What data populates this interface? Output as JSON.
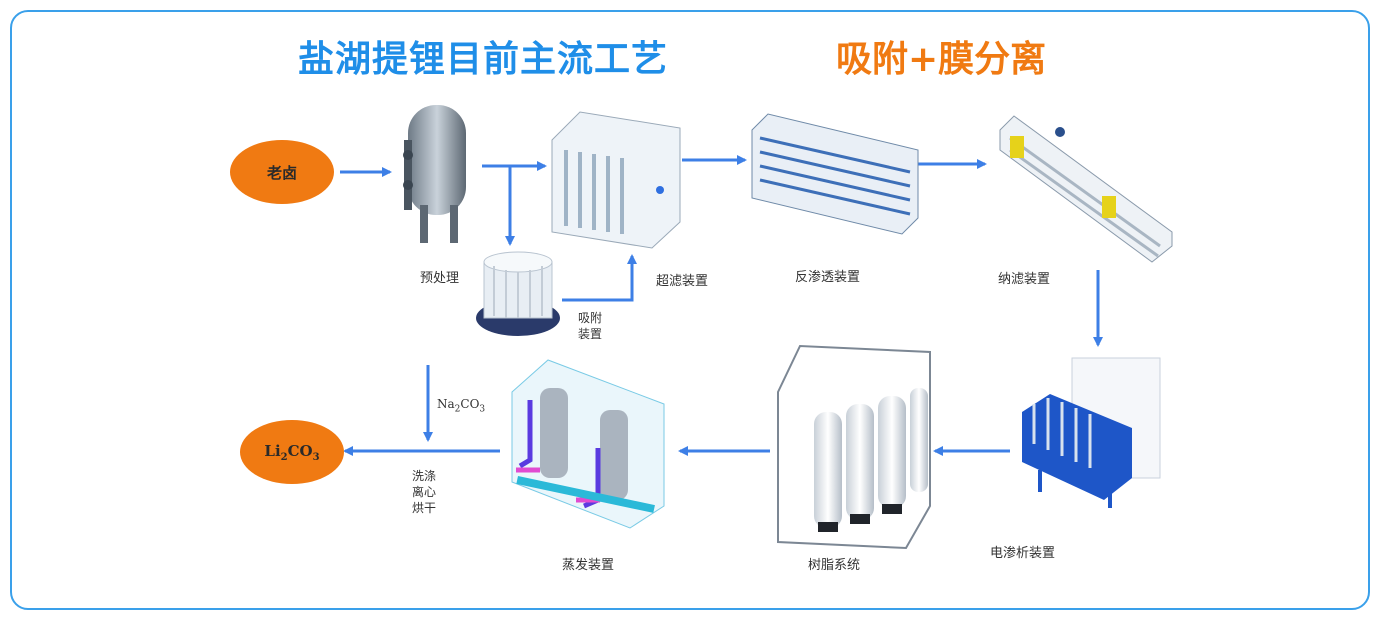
{
  "title": "盐湖提锂目前主流工艺",
  "subtitle": "吸附+膜分离",
  "nodes": {
    "brine": "老卤",
    "pretreatment": "预处理",
    "adsorption_line1": "吸附",
    "adsorption_line2": "装置",
    "ultrafiltration": "超滤装置",
    "reverse_osmosis": "反渗透装置",
    "nanofiltration": "纳滤装置",
    "electrodialysis": "电渗析装置",
    "resin_system": "树脂系统",
    "evaporation": "蒸发装置",
    "product_prefix": "Li",
    "product_sub1": "2",
    "product_mid": "CO",
    "product_sub2": "3"
  },
  "reagent": {
    "prefix": "Na",
    "sub1": "2",
    "mid": "CO",
    "sub2": "3"
  },
  "post_steps": {
    "step1": "洗涤",
    "step2": "离心",
    "step3": "烘干"
  },
  "colors": {
    "title": "#1f8ee8",
    "subtitle": "#f07a12",
    "oval": "#f07a12",
    "arrow": "#3d7fe6",
    "frame": "#3aa0ea"
  }
}
